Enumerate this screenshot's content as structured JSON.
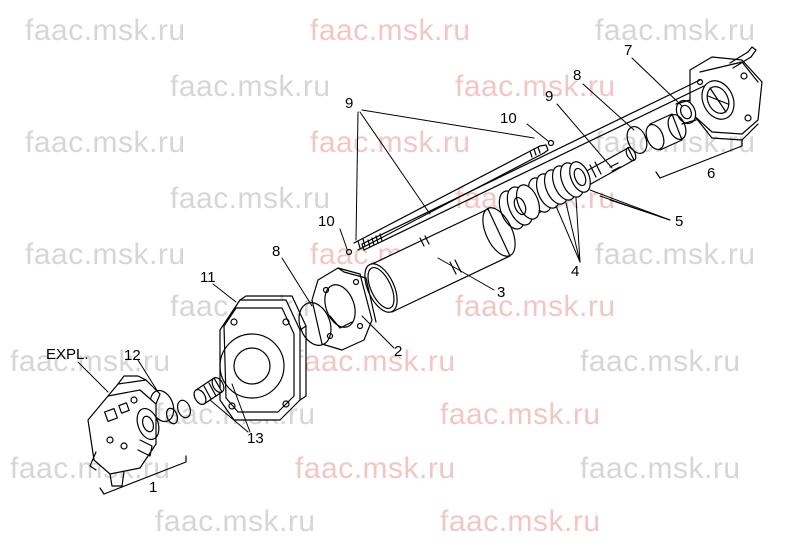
{
  "colors": {
    "line": "#000000",
    "watermark_gray": "#d6d6d6",
    "watermark_pink": "#f3c6c6",
    "background": "#ffffff"
  },
  "watermark": {
    "text": "faac.msk.ru"
  },
  "labels": {
    "l1": "1",
    "l2": "2",
    "l3": "3",
    "l4": "4",
    "l5": "5",
    "l6": "6",
    "l7": "7",
    "l8_top": "8",
    "l8_left": "8",
    "l9_top": "9",
    "l9_right": "9",
    "l10_top": "10",
    "l10_left": "10",
    "l11": "11",
    "l12": "12",
    "l13": "13",
    "expl": "EXPL."
  }
}
